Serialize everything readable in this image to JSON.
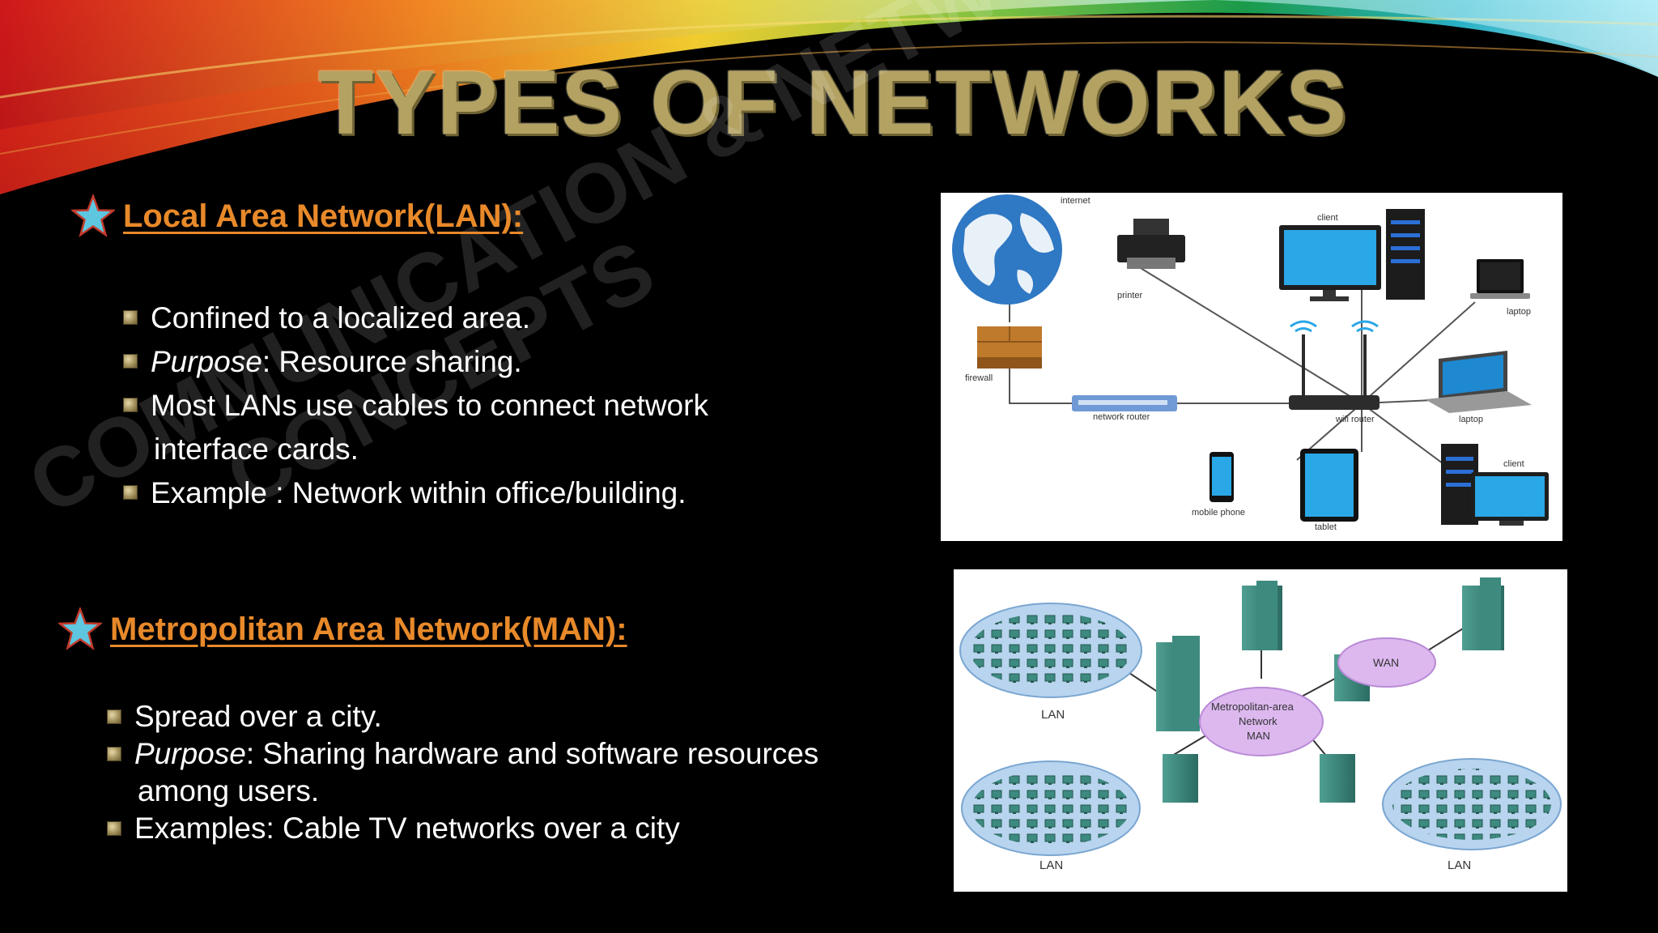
{
  "title": "TYPES OF NETWORKS",
  "watermark": {
    "line1": "COMMUNICATION & NETWORK",
    "line2": "CONCEPTS"
  },
  "lan": {
    "heading": "Local Area Network(LAN):",
    "bullets": [
      {
        "text": "Confined to a localized area."
      },
      {
        "em": "Purpose",
        "text": ": Resource sharing."
      },
      {
        "text": "Most LANs use cables to connect network",
        "cont": " interface  cards."
      },
      {
        "text": "Example : Network within office/building."
      }
    ],
    "diagram": {
      "labels": {
        "internet": "internet",
        "printer": "printer",
        "client_top": "client",
        "laptop_top": "laptop",
        "firewall": "firewall",
        "network_router": "network router",
        "wifi_router": "wifi router",
        "laptop_right": "laptop",
        "client_bottom": "client",
        "mobile_phone": "mobile phone",
        "tablet": "tablet"
      }
    }
  },
  "man": {
    "heading": "Metropolitan Area Network(MAN):",
    "bullets": [
      {
        "text": "Spread over a city."
      },
      {
        "em": "Purpose",
        "text": ": Sharing hardware and software resources",
        "cont": "among users."
      },
      {
        "text": "Examples:  Cable TV networks over a city"
      }
    ],
    "diagram": {
      "labels": {
        "lan_tl": "LAN",
        "lan_bl": "LAN",
        "lan_br": "LAN",
        "wan": "WAN",
        "man_line1": "Metropolitan-area",
        "man_line2": "Network",
        "man_line3": "MAN"
      }
    }
  },
  "colors": {
    "heading": "#e8892a",
    "title": "#b4a263",
    "star": "#5fc6e0",
    "globe": "#2f78c4"
  }
}
